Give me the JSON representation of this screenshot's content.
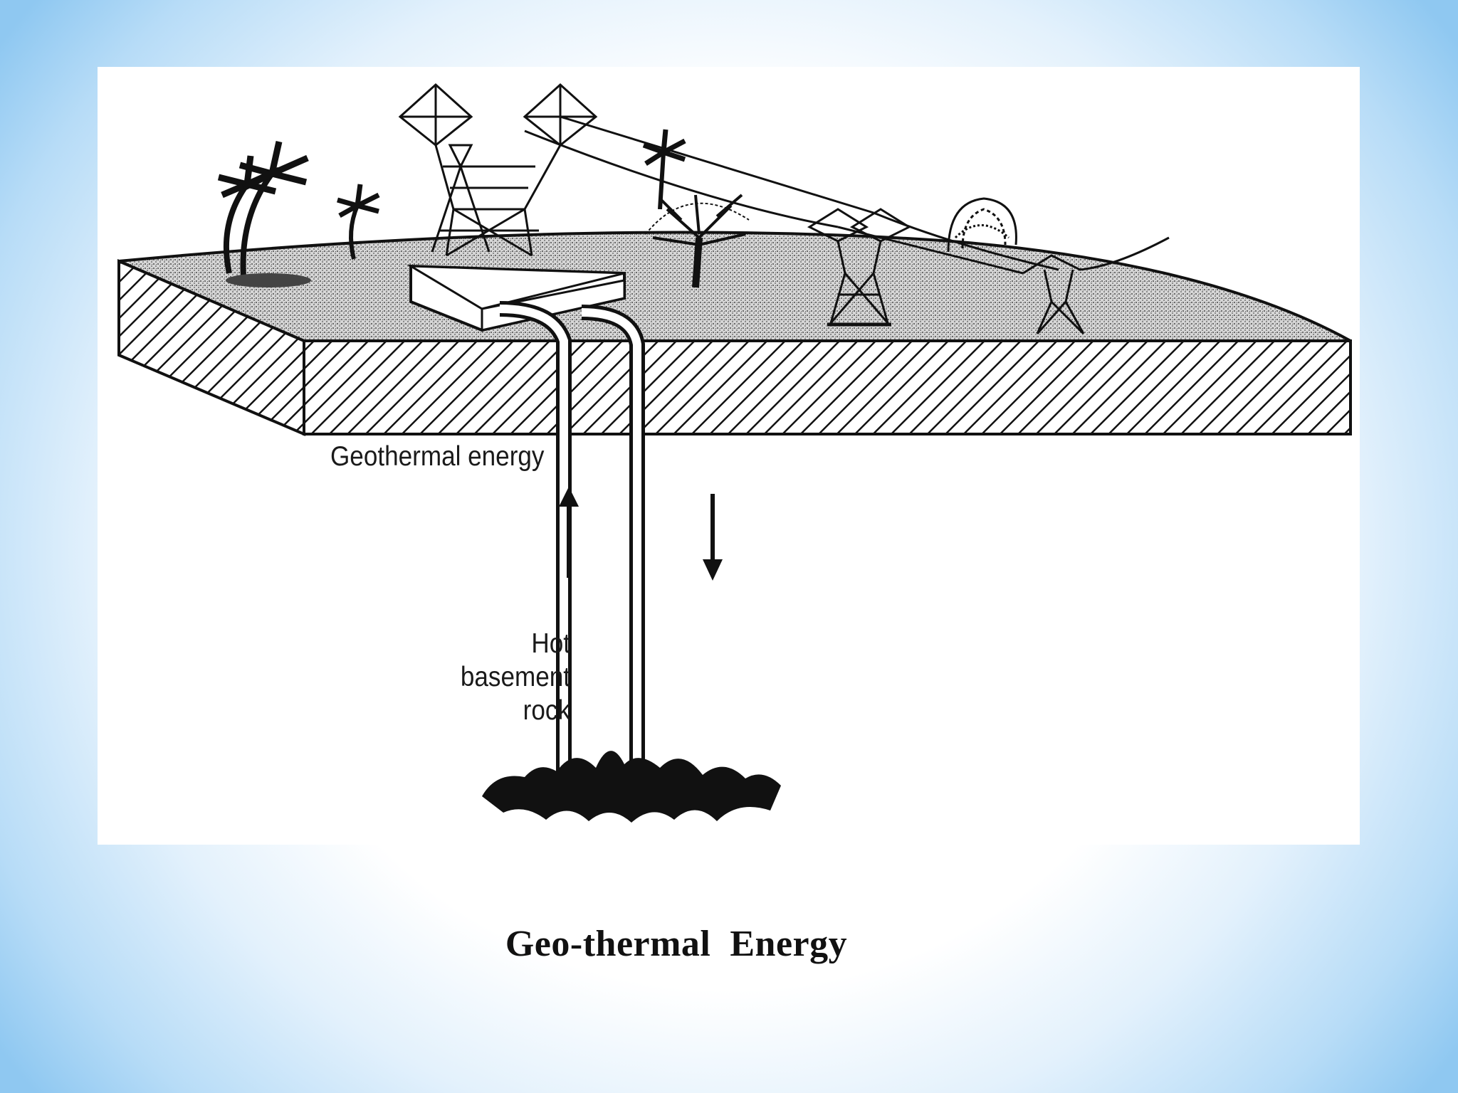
{
  "diagram": {
    "labels": {
      "geothermal_energy": "Geothermal energy",
      "hot_basement_rock": [
        "Hot",
        "basement",
        "rock"
      ]
    }
  },
  "caption": "Geo-thermal  Energy",
  "colors": {
    "ink": "#111111",
    "ground_fill": "#bdbdbd",
    "page": "#ffffff",
    "background_edge": "#8fc8f1"
  },
  "icons": [
    "palm-tree-icon",
    "transmission-tower-icon",
    "power-plant-icon",
    "tree-icon",
    "geyser-icon",
    "up-arrow-icon",
    "down-arrow-icon",
    "heat-source-icon"
  ]
}
